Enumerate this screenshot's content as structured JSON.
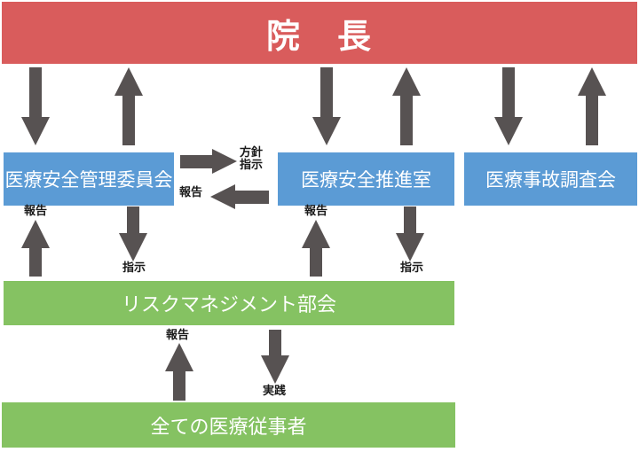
{
  "colors": {
    "red": "#d95c5c",
    "blue": "#5b9bd5",
    "green": "#85c262",
    "arrow": "#575252",
    "label": "#1a1a1a",
    "boxtext": "#ffffff"
  },
  "nodes": {
    "director": "院　長",
    "safety_committee": "医療安全管理委員会",
    "promotion_office": "医療安全推進室",
    "accident_investigation": "医療事故調査会",
    "risk_subcommittee": "リスクマネジメント部会",
    "all_staff": "全ての医療従事者"
  },
  "labels": {
    "policy_instruction": "方針\n指示",
    "report": "報告",
    "instruction": "指示",
    "practice": "実践"
  }
}
